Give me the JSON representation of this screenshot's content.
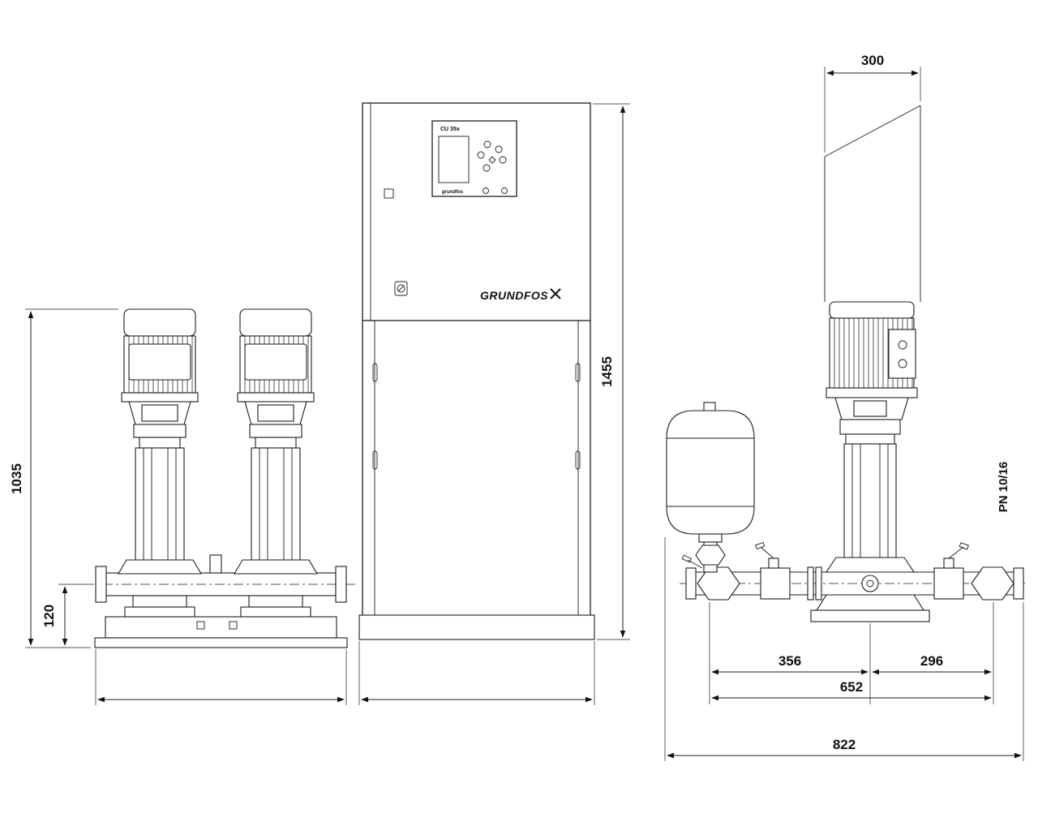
{
  "drawing": {
    "brand_logo": "GRUNDFOS",
    "control_panel": {
      "model": "CU 35x",
      "footer_brand": "grundfos"
    },
    "dimensions": {
      "pump_height": "1035",
      "base_height": "120",
      "cabinet_height": "1455",
      "top_clearance_width": "300",
      "span_left": "356",
      "span_right": "296",
      "span_inner": "652",
      "span_total": "822"
    },
    "labels": {
      "pressure_rating": "PN 10/16"
    },
    "colors": {
      "line": "#1c1c1c",
      "background": "#ffffff"
    }
  }
}
